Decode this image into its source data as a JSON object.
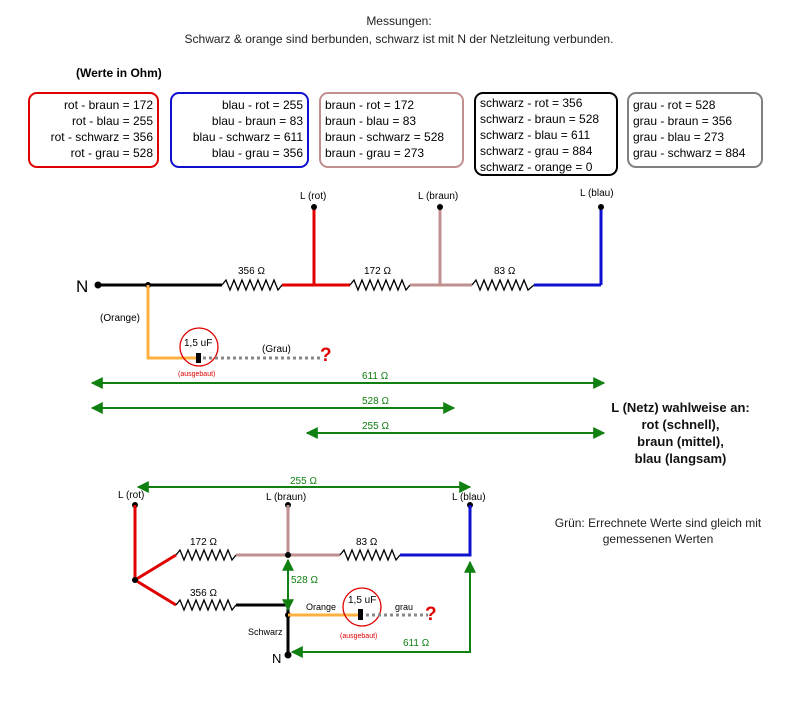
{
  "header": {
    "line1": "Messungen:",
    "line2": "Schwarz & orange sind berbunden, schwarz ist mit N der Netzleitung verbunden."
  },
  "unit_label": "(Werte in Ohm)",
  "boxes": [
    {
      "color": "#e00000",
      "lines": [
        "rot - braun = 172",
        "rot - blau = 255",
        "rot - schwarz = 356",
        "rot - grau = 528"
      ]
    },
    {
      "color": "#1010d0",
      "lines": [
        "blau - rot = 255",
        "blau - braun = 83",
        "blau - schwarz = 611",
        "blau - grau = 356"
      ]
    },
    {
      "color": "#c09090",
      "lines": [
        "braun - rot = 172",
        "braun - blau = 83",
        "braun - schwarz = 528",
        "braun - grau = 273"
      ]
    },
    {
      "color": "#000000",
      "lines": [
        "schwarz - rot = 356",
        "schwarz - braun = 528",
        "schwarz - blau = 611",
        "schwarz - grau = 884",
        "schwarz - orange = 0"
      ]
    },
    {
      "color": "#808080",
      "lines": [
        "grau - rot = 528",
        "grau - braun = 356",
        "grau - blau = 273",
        "grau - schwarz = 884"
      ]
    }
  ],
  "diagram1": {
    "n_label": "N",
    "terminal_rot": "L (rot)",
    "terminal_braun": "L (braun)",
    "terminal_blau": "L (blau)",
    "r_black_red": "356 Ω",
    "r_red_brown": "172 Ω",
    "r_brown_blue": "83 Ω",
    "orange_label": "(Orange)",
    "cap_value": "1,5 uF",
    "cap_note": "(ausgebaut)",
    "grau_label": "(Grau)",
    "question": "?",
    "span_611": "611 Ω",
    "span_528": "528 Ω",
    "span_255": "255 Ω"
  },
  "netz_note": {
    "line1": "L (Netz) wahlweise an:",
    "line2": "rot (schnell),",
    "line3": "braun (mittel),",
    "line4": "blau (langsam)"
  },
  "diagram2": {
    "span_top": "255 Ω",
    "terminal_rot": "L (rot)",
    "terminal_braun": "L (braun)",
    "terminal_blau": "L (blau)",
    "r_red_brown": "172 Ω",
    "r_brown_blue": "83 Ω",
    "r_red_black": "356 Ω",
    "span_528": "528 Ω",
    "orange_label": "Orange",
    "cap_value": "1,5 uF",
    "cap_note": "(ausgebaut)",
    "grau_label": "grau",
    "question": "?",
    "schwarz_label": "Schwarz",
    "n_label": "N",
    "span_611": "611 Ω"
  },
  "gruen_note": {
    "line1": "Grün: Errechnete Werte sind gleich mit",
    "line2": "gemessenen Werten"
  },
  "colors": {
    "red": "#e00000",
    "brown": "#c09090",
    "blue": "#1010d0",
    "orange": "#ffb040",
    "green": "#108010",
    "gray": "#888888"
  }
}
